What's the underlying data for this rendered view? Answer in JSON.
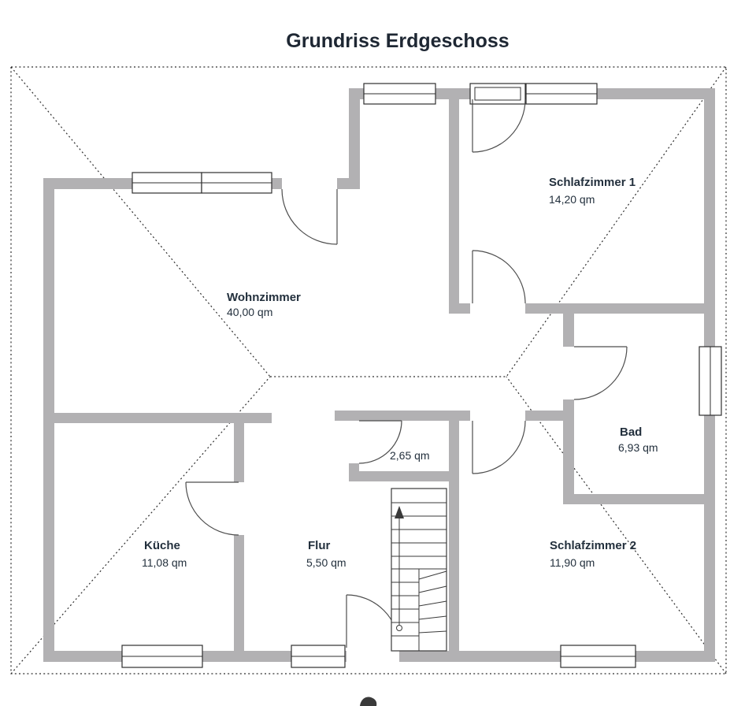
{
  "title": "Grundriss Erdgeschoss",
  "rooms": {
    "wohnzimmer": {
      "name": "Wohnzimmer",
      "area": "40,00 qm"
    },
    "schlafzimmer1": {
      "name": "Schlafzimmer 1",
      "area": "14,20 qm"
    },
    "bad": {
      "name": "Bad",
      "area": "6,93 qm"
    },
    "kueche": {
      "name": "Küche",
      "area": "11,08 qm"
    },
    "flur": {
      "name": "Flur",
      "area": "5,50 qm"
    },
    "schlafzimmer2": {
      "name": "Schlafzimmer 2",
      "area": "11,90 qm"
    },
    "abstellraum": {
      "name": "",
      "area": "2,65 qm"
    }
  },
  "colors": {
    "wall": "#b2b1b3",
    "text": "#23303d",
    "line": "#2f2f2f",
    "background": "#ffffff"
  }
}
